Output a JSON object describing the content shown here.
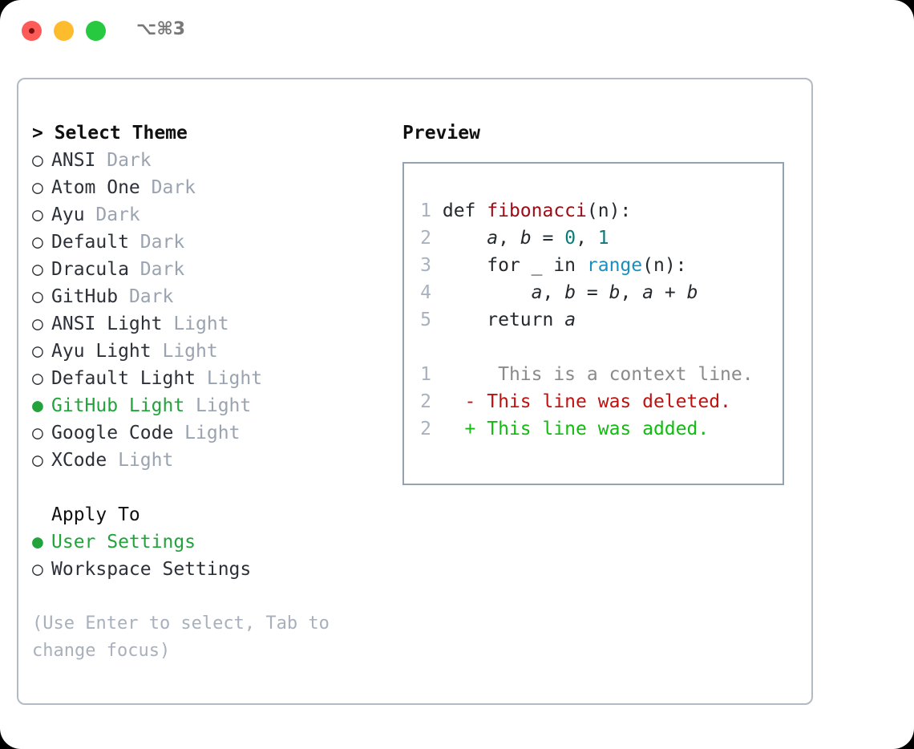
{
  "window": {
    "shortcut": "⌥⌘3",
    "traffic_lights": [
      {
        "name": "close",
        "color": "#fc5b57"
      },
      {
        "name": "minimize",
        "color": "#fdbc2e"
      },
      {
        "name": "maximize",
        "color": "#26c940"
      }
    ]
  },
  "theme_picker": {
    "header": "> Select Theme",
    "items": [
      {
        "marker": "○",
        "label": "ANSI",
        "variant": "Dark",
        "selected": false
      },
      {
        "marker": "○",
        "label": "Atom One",
        "variant": "Dark",
        "selected": false
      },
      {
        "marker": "○",
        "label": "Ayu",
        "variant": "Dark",
        "selected": false
      },
      {
        "marker": "○",
        "label": "Default",
        "variant": "Dark",
        "selected": false
      },
      {
        "marker": "○",
        "label": "Dracula",
        "variant": "Dark",
        "selected": false
      },
      {
        "marker": "○",
        "label": "GitHub",
        "variant": "Dark",
        "selected": false
      },
      {
        "marker": "○",
        "label": "ANSI Light",
        "variant": "Light",
        "selected": false
      },
      {
        "marker": "○",
        "label": "Ayu Light",
        "variant": "Light",
        "selected": false
      },
      {
        "marker": "○",
        "label": "Default Light",
        "variant": "Light",
        "selected": false
      },
      {
        "marker": "●",
        "label": "GitHub Light",
        "variant": "Light",
        "selected": true
      },
      {
        "marker": "○",
        "label": "Google Code",
        "variant": "Light",
        "selected": false
      },
      {
        "marker": "○",
        "label": "XCode",
        "variant": "Light",
        "selected": false
      }
    ]
  },
  "apply_to": {
    "header": "Apply To",
    "options": [
      {
        "marker": "●",
        "label": "User Settings",
        "selected": true
      },
      {
        "marker": "○",
        "label": "Workspace Settings",
        "selected": false
      }
    ]
  },
  "hint": "(Use Enter to select, Tab to change focus)",
  "preview": {
    "title": "Preview",
    "code_lines": [
      {
        "num": "1",
        "tokens": [
          {
            "t": "def ",
            "c": "tok-def"
          },
          {
            "t": "fibonacci",
            "c": "tok-fn"
          },
          {
            "t": "(n):",
            "c": "tok-plain"
          }
        ]
      },
      {
        "num": "2",
        "tokens": [
          {
            "t": "    ",
            "c": "tok-plain"
          },
          {
            "t": "a",
            "c": "tok-var"
          },
          {
            "t": ", ",
            "c": "tok-plain"
          },
          {
            "t": "b",
            "c": "tok-var"
          },
          {
            "t": " = ",
            "c": "tok-plain"
          },
          {
            "t": "0",
            "c": "tok-num"
          },
          {
            "t": ", ",
            "c": "tok-plain"
          },
          {
            "t": "1",
            "c": "tok-num"
          }
        ]
      },
      {
        "num": "3",
        "tokens": [
          {
            "t": "    for _ in ",
            "c": "tok-plain"
          },
          {
            "t": "range",
            "c": "tok-builtin"
          },
          {
            "t": "(n):",
            "c": "tok-plain"
          }
        ]
      },
      {
        "num": "4",
        "tokens": [
          {
            "t": "        ",
            "c": "tok-plain"
          },
          {
            "t": "a",
            "c": "tok-var"
          },
          {
            "t": ", ",
            "c": "tok-plain"
          },
          {
            "t": "b",
            "c": "tok-var"
          },
          {
            "t": " = ",
            "c": "tok-plain"
          },
          {
            "t": "b",
            "c": "tok-var"
          },
          {
            "t": ", ",
            "c": "tok-plain"
          },
          {
            "t": "a",
            "c": "tok-var"
          },
          {
            "t": " + ",
            "c": "tok-plain"
          },
          {
            "t": "b",
            "c": "tok-var"
          }
        ]
      },
      {
        "num": "5",
        "tokens": [
          {
            "t": "    return ",
            "c": "tok-plain"
          },
          {
            "t": "a",
            "c": "tok-var"
          }
        ]
      }
    ],
    "diff_lines": [
      {
        "num": "1",
        "sign": " ",
        "text": "  This is a context line.",
        "cls": "diff-ctx"
      },
      {
        "num": "2",
        "sign": "-",
        "text": " This line was deleted.",
        "cls": "diff-del"
      },
      {
        "num": "2",
        "sign": "+",
        "text": " This line was added.",
        "cls": "diff-add"
      }
    ]
  }
}
